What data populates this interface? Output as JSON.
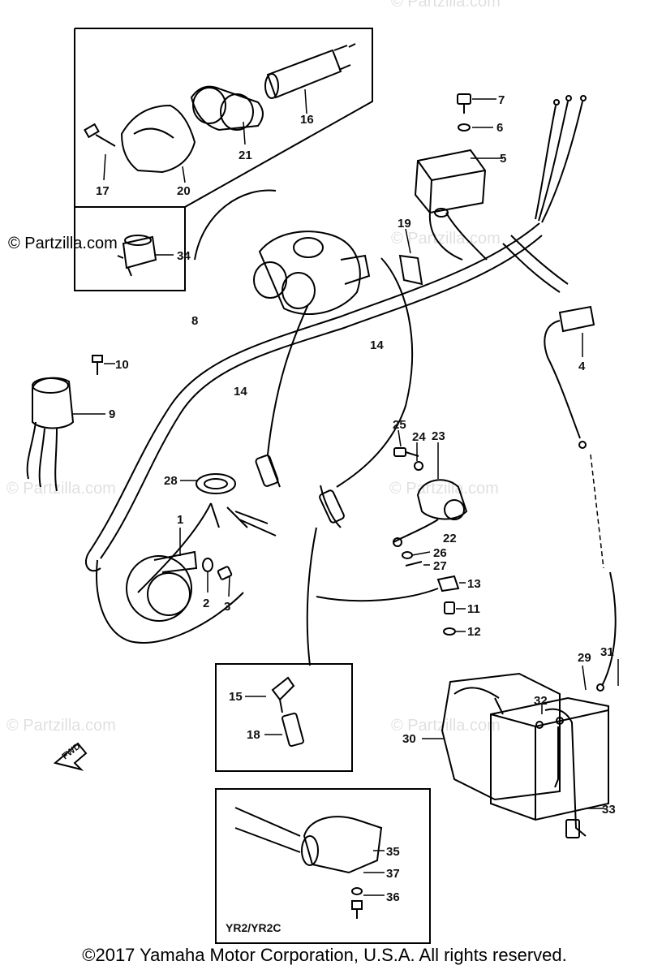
{
  "watermark": "© Partzilla.com",
  "faded_watermark": "© Partzilla.com",
  "copyright": "©2017  Yamaha Motor Corporation, U.S.A. All rights reserved.",
  "variant_label": "YR2/YR2C",
  "fwd_label": "FWD",
  "callouts": [
    "1",
    "2",
    "3",
    "4",
    "5",
    "6",
    "7",
    "8",
    "9",
    "10",
    "11",
    "12",
    "13",
    "14",
    "14",
    "15",
    "16",
    "17",
    "18",
    "19",
    "20",
    "21",
    "22",
    "23",
    "24",
    "25",
    "26",
    "27",
    "28",
    "29",
    "30",
    "31",
    "32",
    "33",
    "34",
    "35",
    "36",
    "37"
  ]
}
